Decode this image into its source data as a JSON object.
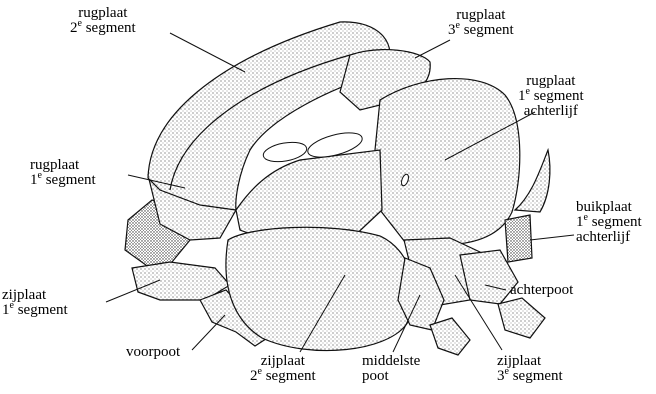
{
  "labels": {
    "rugplaat_2": {
      "line1": "rugplaat",
      "sup": "e",
      "num": "2",
      "line2": "segment"
    },
    "rugplaat_3": {
      "line1": "rugplaat",
      "sup": "e",
      "num": "3",
      "line2": "segment"
    },
    "rugplaat_1_achterlijf": {
      "line1": "rugplaat",
      "sup": "e",
      "num": "1",
      "line2": "segment",
      "line3": "achterlijf"
    },
    "rugplaat_1": {
      "line1": "rugplaat",
      "sup": "e",
      "num": "1",
      "line2": "segment"
    },
    "buikplaat_1_achterlijf": {
      "line1": "buikplaat",
      "sup": "e",
      "num": "1",
      "line2": "segment",
      "line3": "achterlijf"
    },
    "achterpoot": {
      "line1": "achterpoot"
    },
    "zijplaat_1": {
      "line1": "zijplaat",
      "sup": "e",
      "num": "1",
      "line2": "segment"
    },
    "voorpoot": {
      "line1": "voorpoot"
    },
    "zijplaat_2": {
      "line1": "zijplaat",
      "sup": "e",
      "num": "2",
      "line2": "segment"
    },
    "middelste_poot": {
      "line1": "middelste",
      "line2": "poot"
    },
    "zijplaat_3": {
      "line1": "zijplaat",
      "sup": "e",
      "num": "3",
      "line2": "segment"
    }
  }
}
